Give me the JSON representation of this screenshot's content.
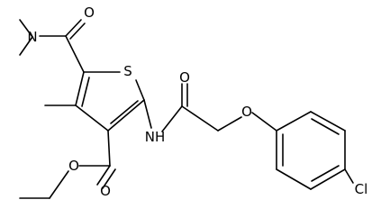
{
  "molecule": {
    "atom_labels": {
      "amide_nitrogen": "N",
      "amide_oxygen": "O",
      "ring_sulfur": "S",
      "nh": "NH",
      "acetyl_oxygen": "O",
      "ether_oxygen": "O",
      "ester_carbonyl_oxygen": "O",
      "ester_oxygen": "O",
      "chlorine": "Cl"
    },
    "colors": {
      "ink": "#000000",
      "background": "#ffffff"
    }
  }
}
